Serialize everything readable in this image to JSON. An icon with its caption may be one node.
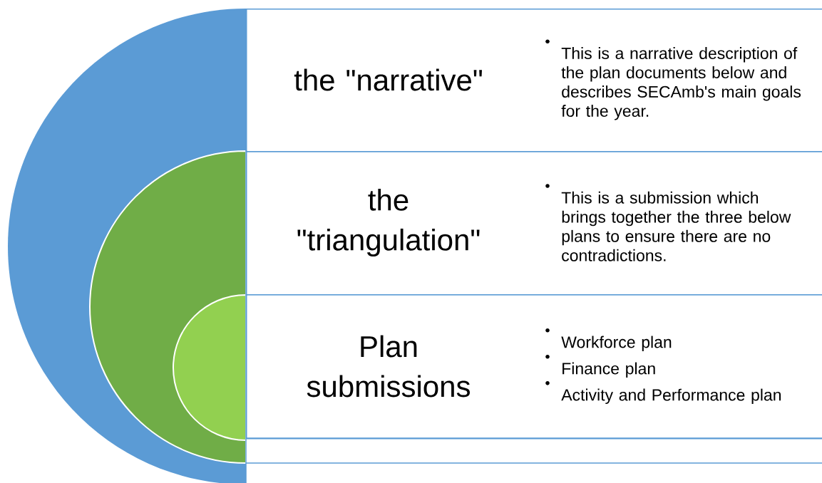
{
  "diagram": {
    "nodes": [
      {
        "text": [
          "the \"narrative\"",
          "This is a narrative description of the plan documents below and describes SECAmb's main goals for the year."
        ]
      },
      {
        "text": [
          "the \"triangulation\"",
          "This is a submission which brings together the three below plans to ensure there are no contradictions."
        ]
      },
      {
        "text": [
          "Plan submissions",
          "Workforce plan",
          "Finance plan",
          "Activity and Performance plan"
        ]
      }
    ]
  }
}
